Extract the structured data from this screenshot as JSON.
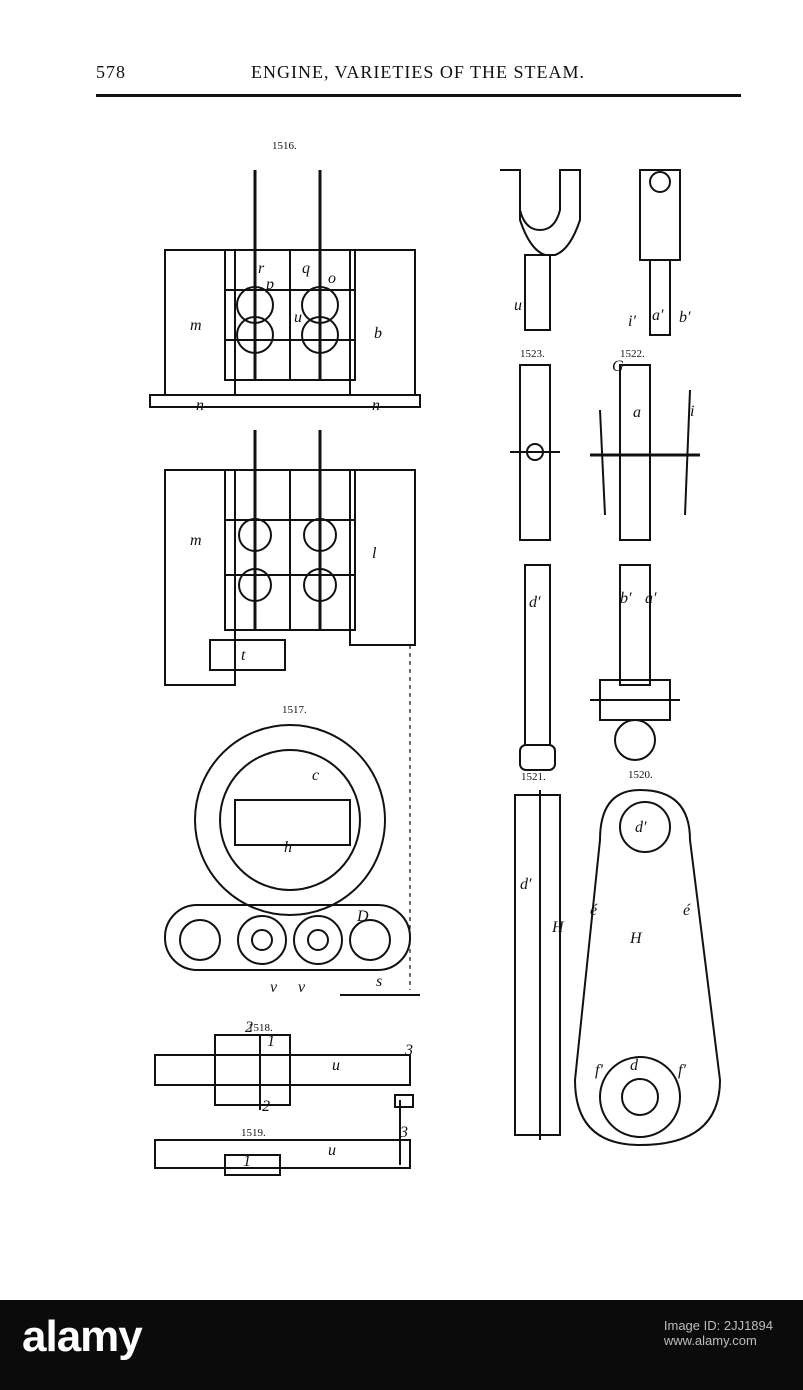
{
  "header": {
    "page_number": "578",
    "running_head": "ENGINE, VARIETIES OF THE STEAM."
  },
  "figures": {
    "f1516": "1516.",
    "f1517": "1517.",
    "f1518": "1518.",
    "f1519": "1519.",
    "f1520": "1520.",
    "f1521": "1521.",
    "f1522": "1522.",
    "f1523": "1523."
  },
  "letters": {
    "r": "r",
    "q": "q",
    "p": "p",
    "u": "u",
    "o": "o",
    "m": "m",
    "b": "b",
    "n": "n",
    "l": "l",
    "t": "t",
    "c": "c",
    "h": "h",
    "D": "D",
    "s": "s",
    "G": "G",
    "a": "a",
    "i": "i",
    "d": "d",
    "e": "e",
    "H": "H",
    "one": "1",
    "two": "2",
    "three": "3",
    "v": "v",
    "uprime": "u′",
    "iprime": "i′",
    "aprime": "a′",
    "bprime": "b′",
    "dprime": "d′",
    "eprime": "é",
    "fprime": "f′"
  },
  "watermark": {
    "logo": "alamy",
    "id_label": "Image ID: 2JJ1894",
    "site": "www.alamy.com",
    "id": "2JJ1894"
  }
}
